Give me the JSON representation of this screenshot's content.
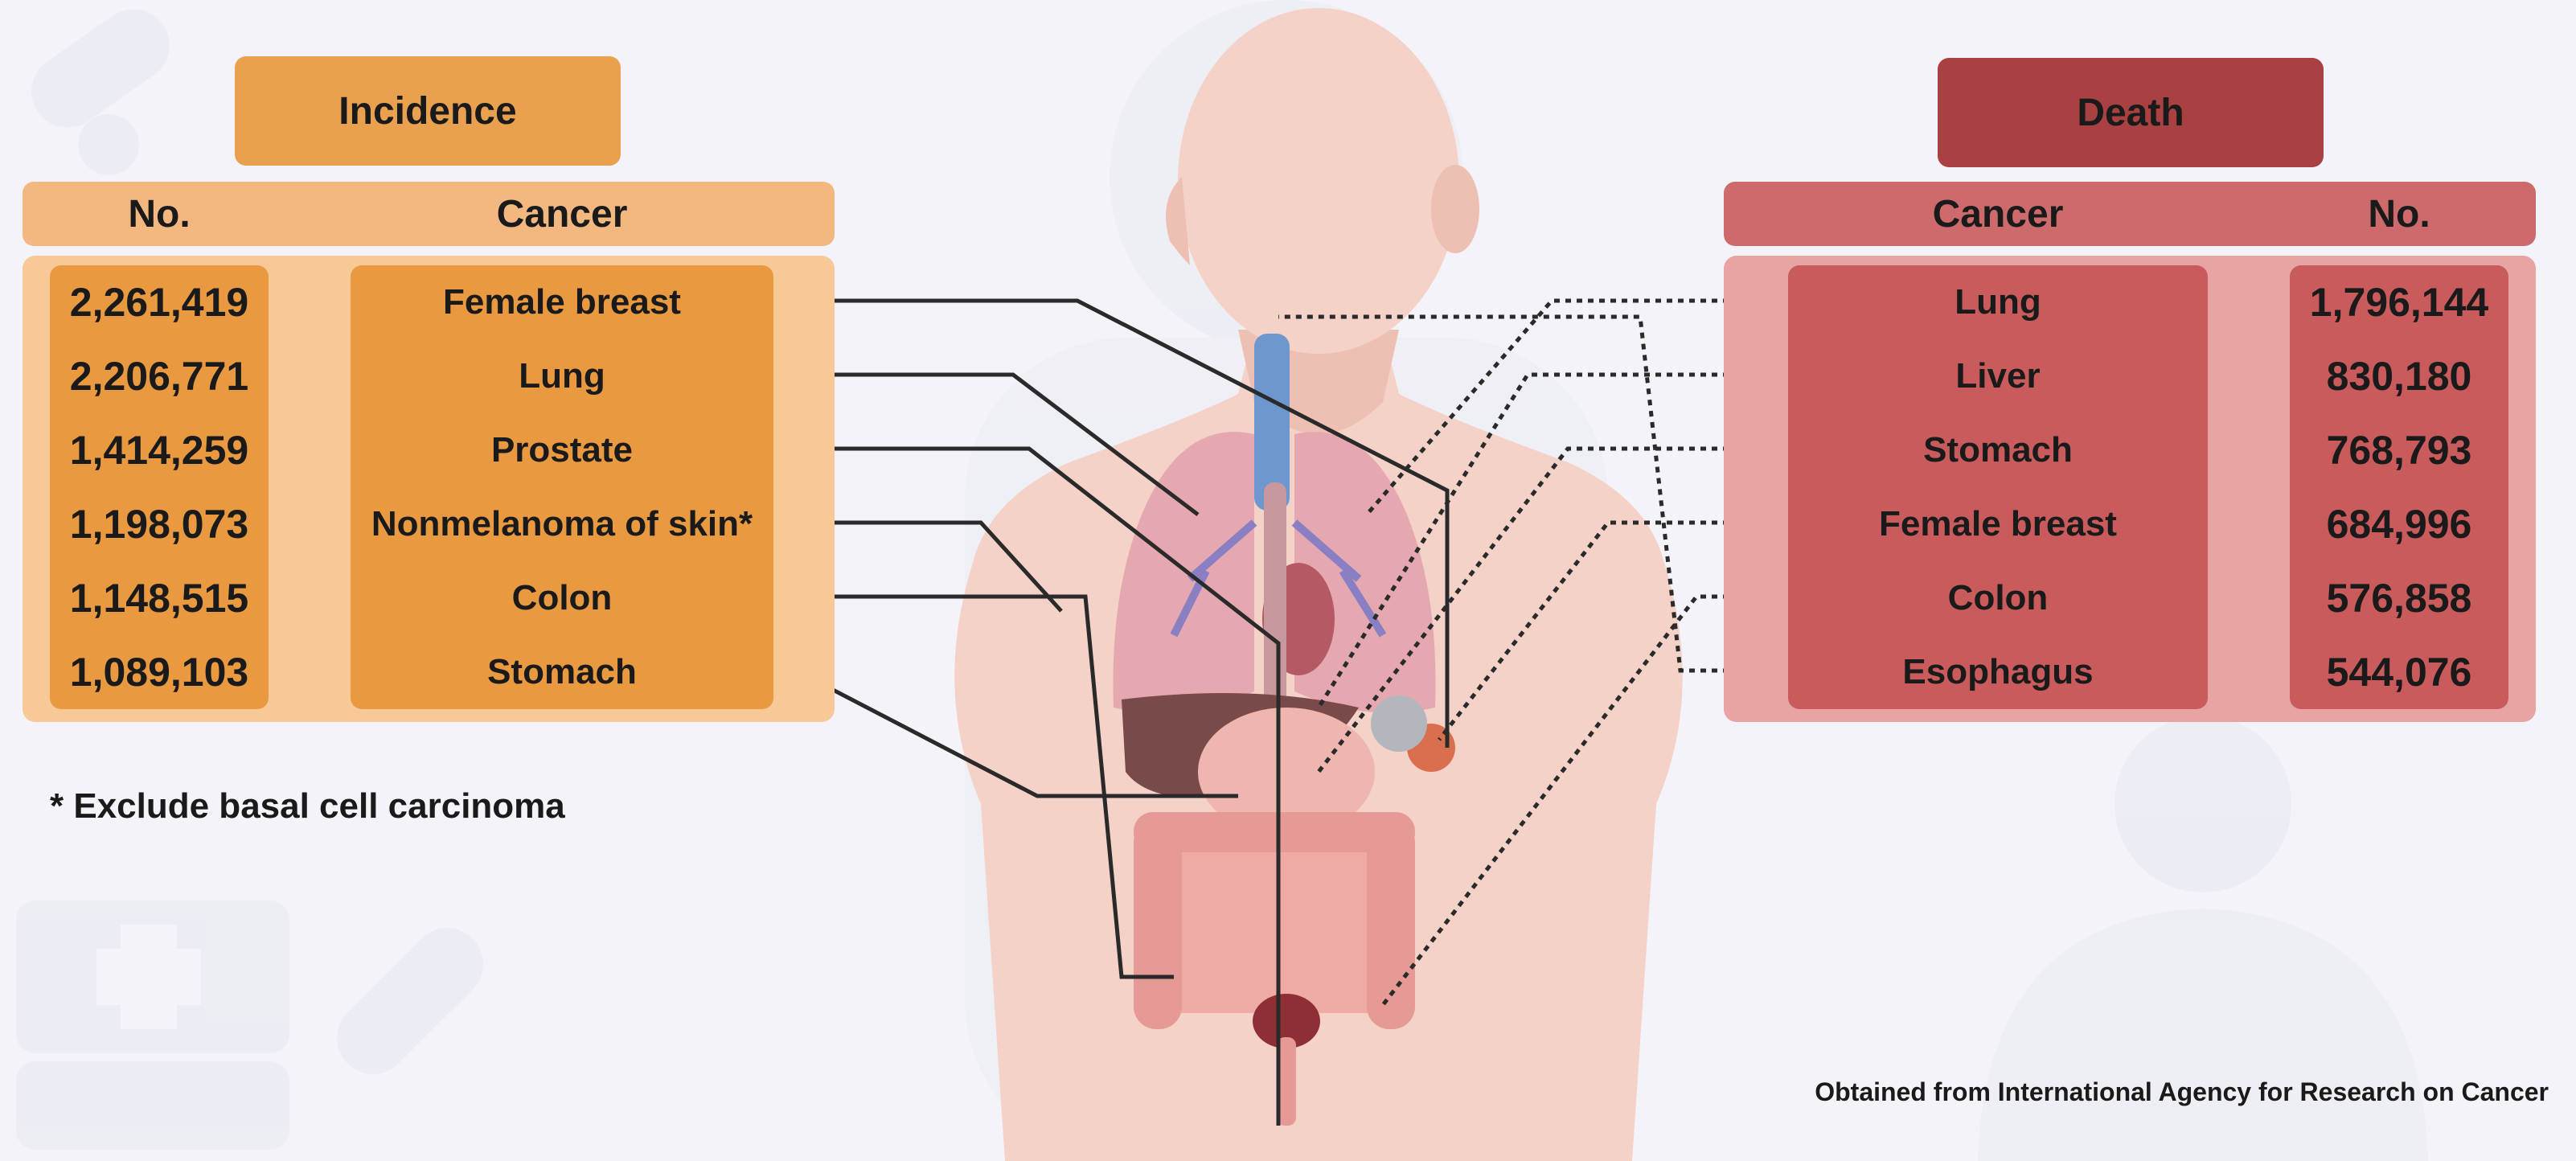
{
  "incidence": {
    "title": "Incidence",
    "header_no": "No.",
    "header_cancer": "Cancer",
    "rows": [
      {
        "no": "2,261,419",
        "cancer": "Female breast"
      },
      {
        "no": "2,206,771",
        "cancer": "Lung"
      },
      {
        "no": "1,414,259",
        "cancer": "Prostate"
      },
      {
        "no": "1,198,073",
        "cancer": "Nonmelanoma of skin*"
      },
      {
        "no": "1,148,515",
        "cancer": "Colon"
      },
      {
        "no": "1,089,103",
        "cancer": "Stomach"
      }
    ]
  },
  "death": {
    "title": "Death",
    "header_cancer": "Cancer",
    "header_no": "No.",
    "rows": [
      {
        "cancer": "Lung",
        "no": "1,796,144"
      },
      {
        "cancer": "Liver",
        "no": "830,180"
      },
      {
        "cancer": "Stomach",
        "no": "768,793"
      },
      {
        "cancer": "Female breast",
        "no": "684,996"
      },
      {
        "cancer": "Colon",
        "no": "576,858"
      },
      {
        "cancer": "Esophagus",
        "no": "544,076"
      }
    ]
  },
  "footnote": "* Exclude basal cell carcinoma",
  "source": "Obtained from International Agency for Research on Cancer",
  "colors": {
    "incidence_accent": "#e9993f",
    "incidence_light": "#f7c996",
    "death_accent": "#c95b5c",
    "death_dark": "#a94041",
    "death_light": "#e8a3a3",
    "background": "#f4f3f9"
  }
}
